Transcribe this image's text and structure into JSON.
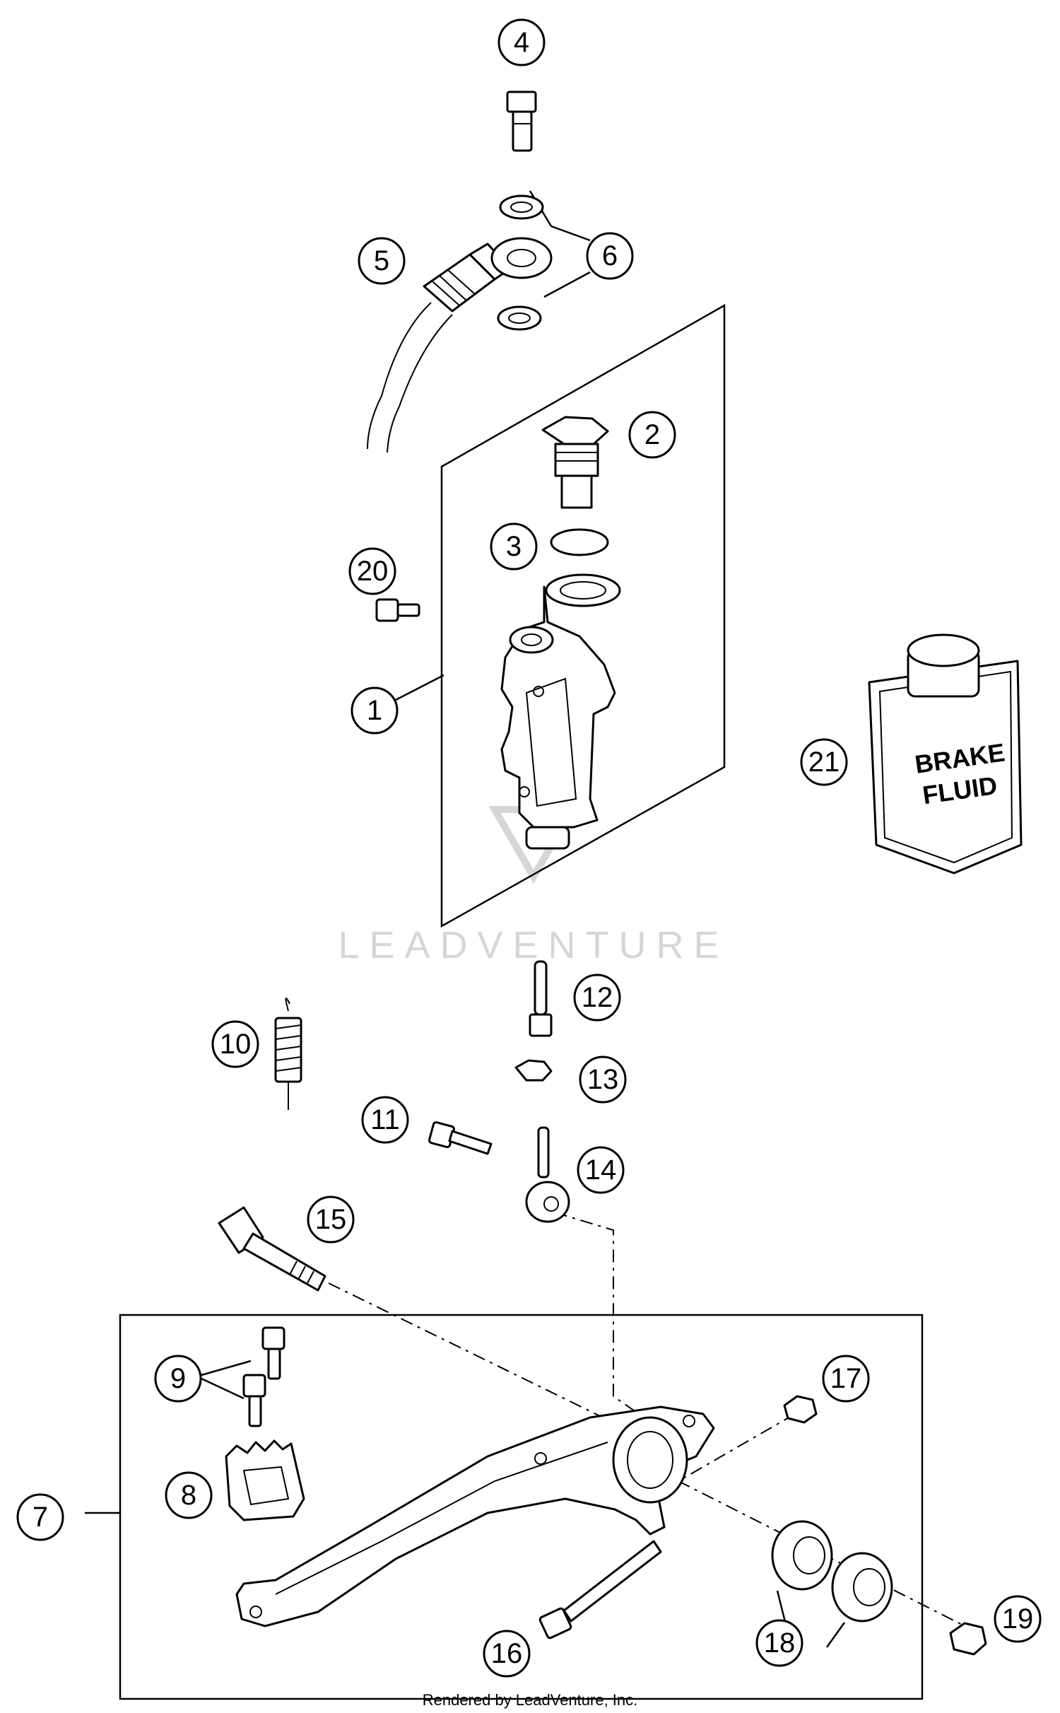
{
  "callouts": [
    "1",
    "2",
    "3",
    "4",
    "5",
    "6",
    "7",
    "8",
    "9",
    "10",
    "11",
    "12",
    "13",
    "14",
    "15",
    "16",
    "17",
    "18",
    "19",
    "20",
    "21"
  ],
  "can_label": {
    "line1": "BRAKE",
    "line2": "FLUID"
  },
  "watermark": "LEADVENTURE",
  "footer": "Rendered by LeadVenture, Inc.",
  "colors": {
    "ink": "#000000",
    "watermark": "#d6d6d6",
    "background": "#ffffff"
  }
}
